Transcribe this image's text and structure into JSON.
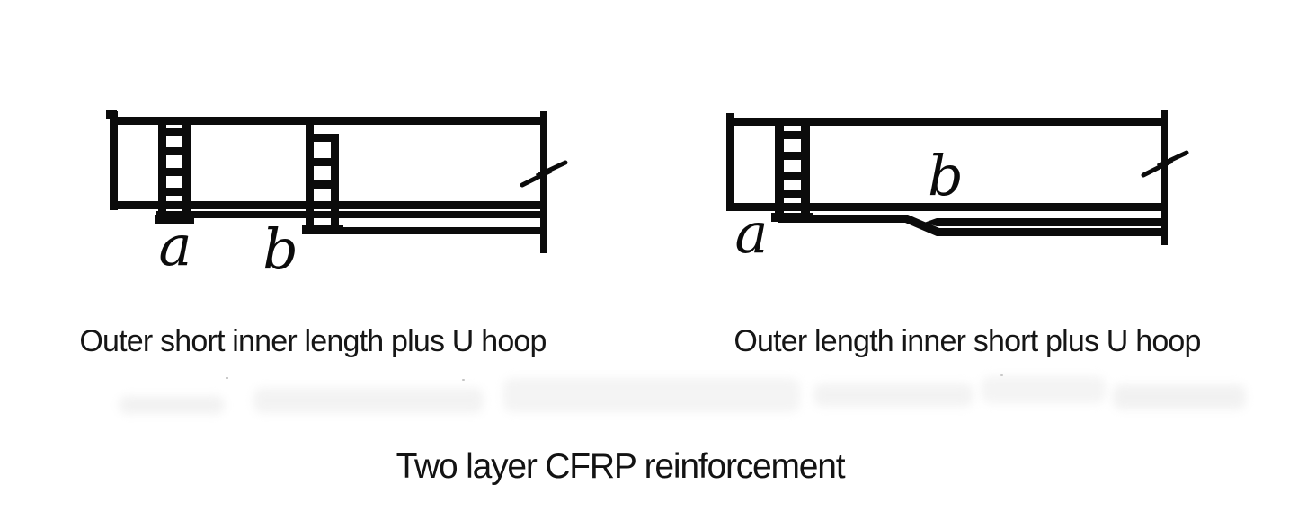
{
  "figure": {
    "background": "#ffffff",
    "line_color": "#0b0b0b",
    "text_color": "#161616",
    "title": "Two layer CFRP reinforcement",
    "diagrams": [
      {
        "id": "left",
        "caption": "Outer short inner length plus U hoop",
        "labels": {
          "a": "a",
          "b": "b"
        }
      },
      {
        "id": "right",
        "caption": "Outer length inner short plus U hoop",
        "labels": {
          "a": "a",
          "b": "b"
        }
      }
    ]
  }
}
